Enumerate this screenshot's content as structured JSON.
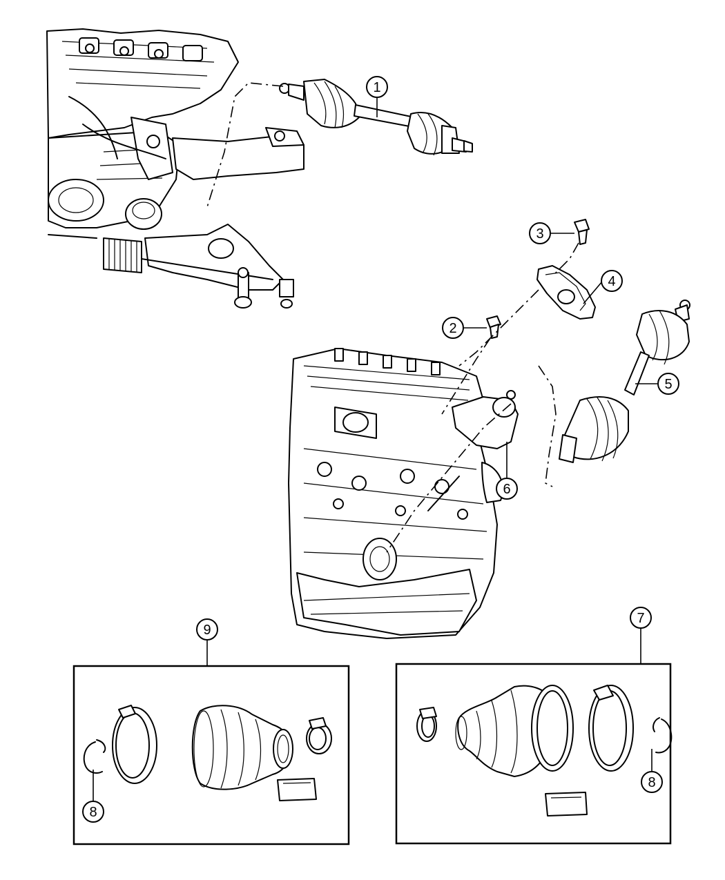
{
  "callouts": [
    {
      "id": "c1",
      "label": "1"
    },
    {
      "id": "c2",
      "label": "2"
    },
    {
      "id": "c3",
      "label": "3"
    },
    {
      "id": "c4",
      "label": "4"
    },
    {
      "id": "c5",
      "label": "5"
    },
    {
      "id": "c6",
      "label": "6"
    },
    {
      "id": "c7",
      "label": "7"
    },
    {
      "id": "c8a",
      "label": "8"
    },
    {
      "id": "c8b",
      "label": "8"
    },
    {
      "id": "c9",
      "label": "9"
    }
  ]
}
